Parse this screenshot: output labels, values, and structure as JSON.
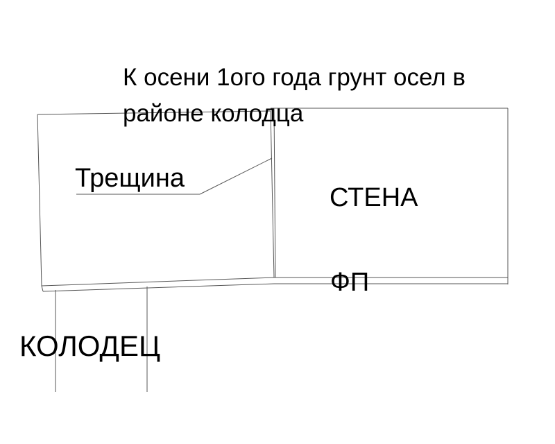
{
  "annotation": {
    "line1": "К осени 1ого года грунт осел в",
    "line2": "районе колодца"
  },
  "labels": {
    "crack": "Трещина",
    "wall": "СТЕНА",
    "foundation": "ФП",
    "well": "КОЛОДЕЦ"
  },
  "colors": {
    "line": "#555555",
    "text": "#000000",
    "background": "#ffffff"
  }
}
